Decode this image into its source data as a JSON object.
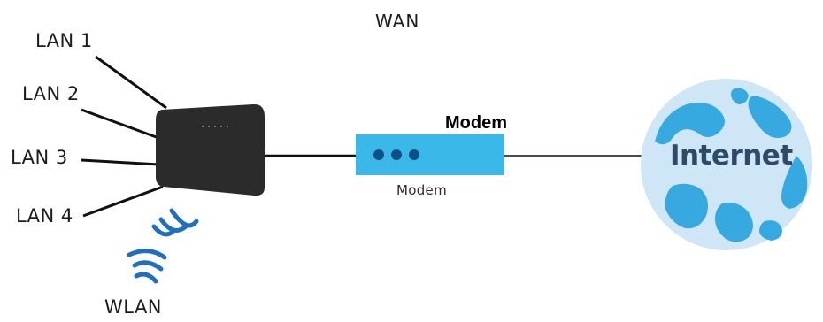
{
  "lan_ports": [
    "LAN 1",
    "LAN 2",
    "LAN 3",
    "LAN 4"
  ],
  "wan_label": "WAN",
  "modem_heading": "Modem",
  "modem_label": "Modem",
  "internet_label": "Internet",
  "wlan_label": "WLAN",
  "colors": {
    "router_body": "#2b2b2b",
    "modem_fill": "#3ab8ea",
    "modem_dots": "#0d4f86",
    "globe_ocean": "#cfe6f7",
    "globe_land": "#35a9e0",
    "internet_text": "#2e4a66",
    "wifi_waves": "#1f6fc0",
    "cables": "#111111"
  },
  "icons": [
    "router-icon",
    "modem-icon",
    "globe-icon",
    "wifi-icon"
  ]
}
